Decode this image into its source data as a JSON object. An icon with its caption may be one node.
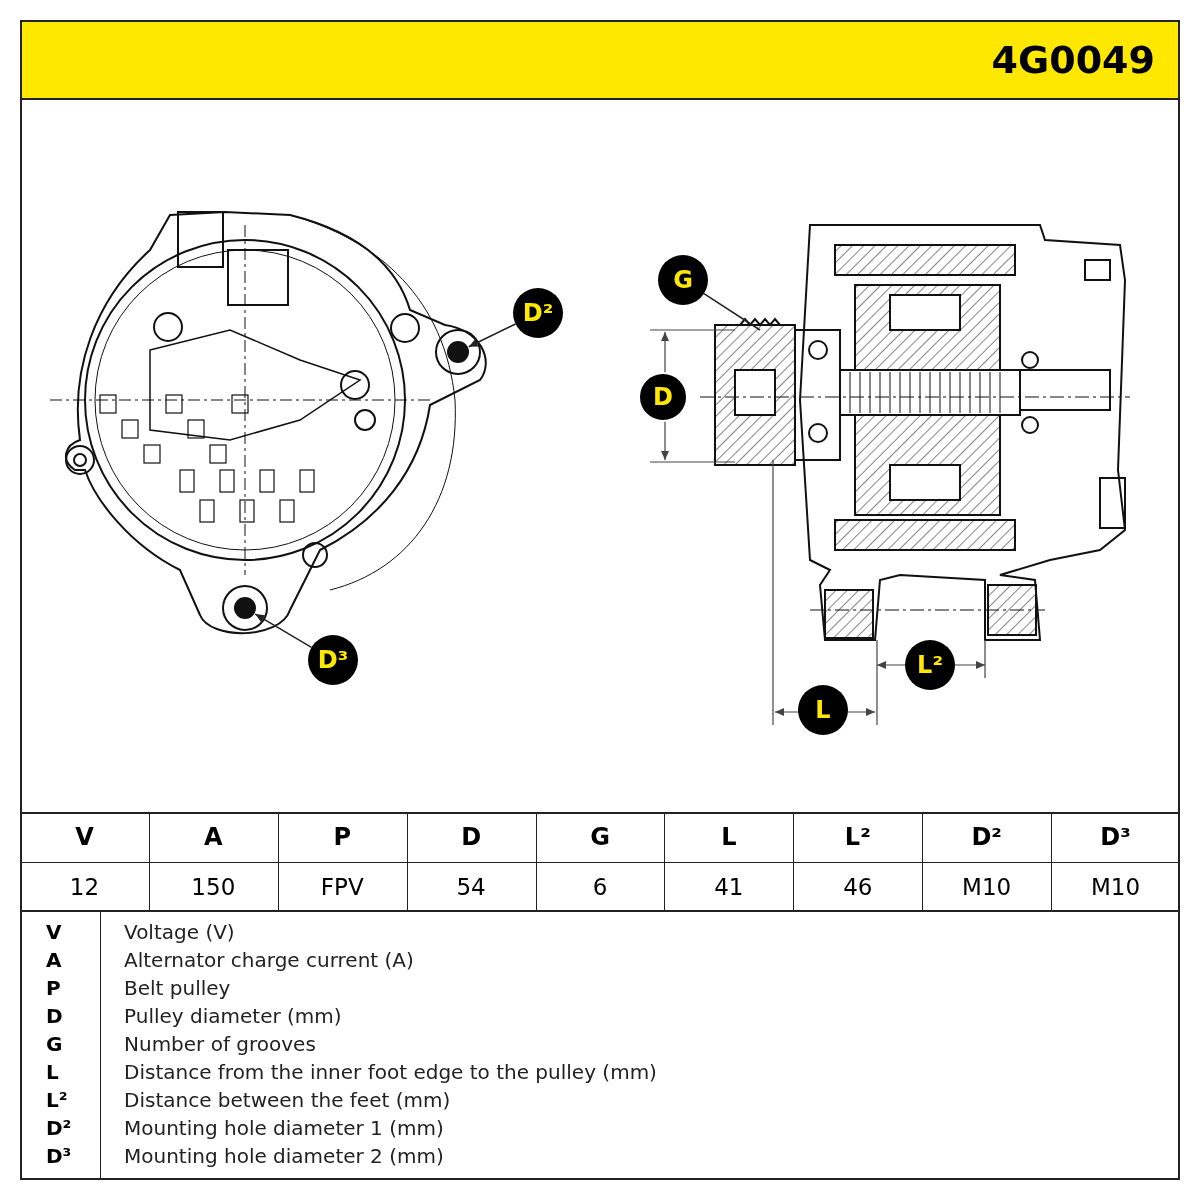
{
  "diagram": {
    "nodes": [
      {
        "text": [
          "G"
        ]
      },
      {
        "text": [
          "D"
        ]
      },
      {
        "text": [
          "D²"
        ]
      },
      {
        "text": [
          "D³"
        ]
      },
      {
        "text": [
          "L²"
        ]
      },
      {
        "text": [
          "L"
        ]
      },
      {
        "text": [],
        "shape": "picture"
      },
      {
        "text": [],
        "shape": "circle"
      },
      {
        "text": [],
        "shape": "circle"
      }
    ],
    "edges": [
      {
        "from": 0,
        "to": 6,
        "arrow": "none"
      },
      {
        "from": 2,
        "to": 7,
        "arrow": "to"
      },
      {
        "from": 3,
        "to": 8,
        "arrow": "to"
      }
    ],
    "labels": [
      "4G0049",
      "V",
      "A",
      "P",
      "D",
      "G",
      "L",
      "L²",
      "D²",
      "D³",
      "12",
      "150",
      "FPV",
      "54",
      "6",
      "41",
      "46",
      "M10",
      "M10",
      "V",
      "Voltage (V)",
      "A",
      "Alternator charge current (A)",
      "P",
      "Belt pulley",
      "D",
      "Pulley diameter (mm)",
      "G",
      "Number of grooves",
      "L",
      "Distance from the inner foot edge to the pulley (mm)",
      "L²",
      "Distance between the feet (mm)",
      "D²",
      "Mounting hole diameter 1 (mm)",
      "D³",
      "Mounting hole diameter 2 (mm)"
    ]
  }
}
